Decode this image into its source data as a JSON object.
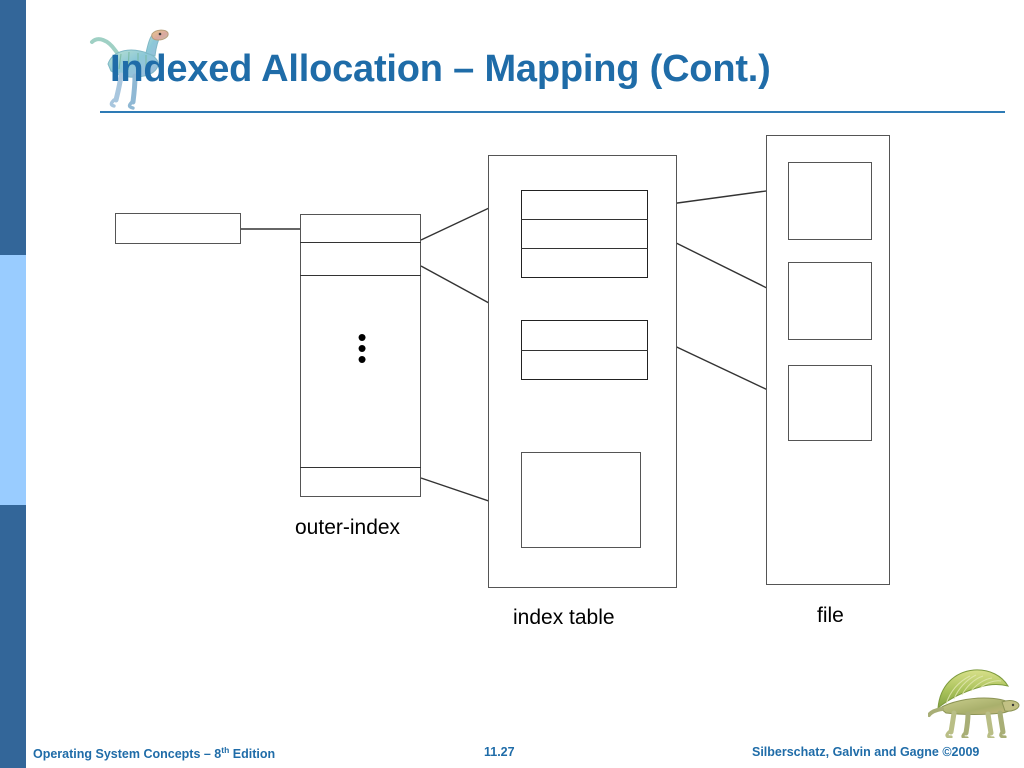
{
  "slide": {
    "title": "Indexed Allocation – Mapping (Cont.)",
    "title_color": "#1F6CA8",
    "accent_dark": "#336699",
    "accent_light": "#99CCFF"
  },
  "diagram": {
    "captions": {
      "outer_index": "outer-index",
      "index_table": "index table",
      "file": "file"
    },
    "ellipsis": "⋮",
    "outer_index_rows": [
      "",
      "",
      "",
      ""
    ],
    "index_table_blocks": [
      {
        "rows": [
          "",
          "",
          ""
        ]
      },
      {
        "rows": [
          "",
          ""
        ]
      },
      {
        "rows": [
          ""
        ]
      }
    ],
    "file_blocks": [
      "",
      "",
      ""
    ],
    "pointer_box": ""
  },
  "footer": {
    "left_prefix": "Operating System Concepts – 8",
    "left_sup": "th",
    "left_suffix": " Edition",
    "page": "11.27",
    "right": "Silberschatz, Galvin and Gagne ©2009"
  },
  "icons": {
    "title_logo": "dinosaur-logo",
    "footer_logo": "dimetrodon-logo"
  }
}
